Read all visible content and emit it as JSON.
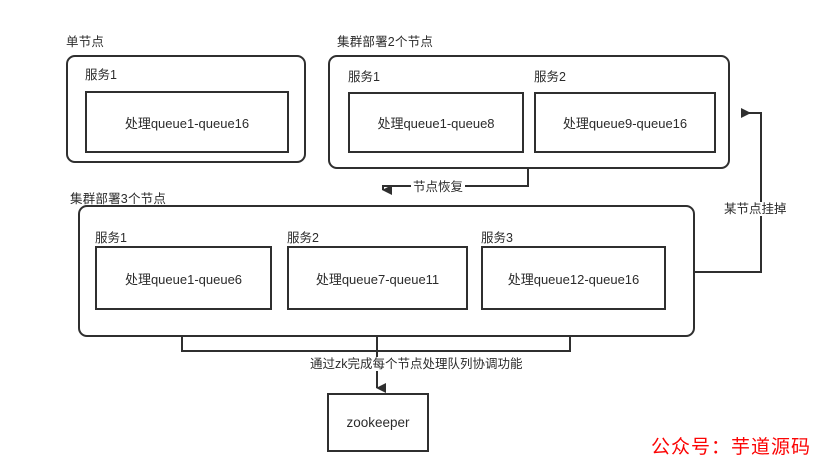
{
  "diagram": {
    "title_watermark": "公众号：芋道源码",
    "watermark_color": "#fb0404",
    "line_color": "#2f2f2f",
    "groups": [
      {
        "id": "single-node",
        "label": "单节点",
        "services": [
          {
            "name": "服务1",
            "queue": "处理queue1-queue16"
          }
        ]
      },
      {
        "id": "cluster-2-nodes",
        "label": "集群部署2个节点",
        "services": [
          {
            "name": "服务1",
            "queue": "处理queue1-queue8"
          },
          {
            "name": "服务2",
            "queue": "处理queue9-queue16"
          }
        ]
      },
      {
        "id": "cluster-3-nodes",
        "label": "集群部署3个节点",
        "services": [
          {
            "name": "服务1",
            "queue": "处理queue1-queue6"
          },
          {
            "name": "服务2",
            "queue": "处理queue7-queue11"
          },
          {
            "name": "服务3",
            "queue": "处理queue12-queue16"
          }
        ]
      }
    ],
    "zookeeper": {
      "label": "zookeeper"
    },
    "edges": [
      {
        "id": "node-recover",
        "label": "节点恢复"
      },
      {
        "id": "node-down",
        "label": "某节点挂掉"
      },
      {
        "id": "zk-coordination",
        "label": "通过zk完成每个节点处理队列协调功能"
      }
    ]
  }
}
